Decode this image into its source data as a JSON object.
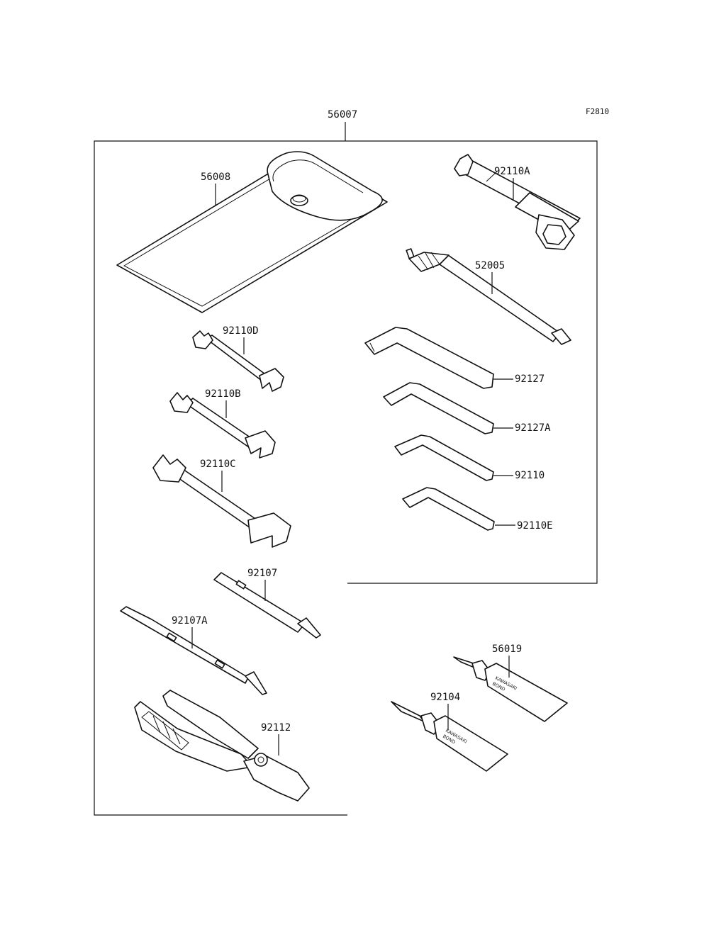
{
  "figure_code": "F2810",
  "kit": {
    "part_number": "56007"
  },
  "parts": {
    "p56008": "56008",
    "p92110A": "92110A",
    "p52005": "52005",
    "p92110D": "92110D",
    "p92110B": "92110B",
    "p92110C": "92110C",
    "p92127": "92127",
    "p92127A": "92127A",
    "p92110": "92110",
    "p92110E": "92110E",
    "p92107": "92107",
    "p92107A": "92107A",
    "p92112": "92112",
    "p56019": "56019",
    "p92104": "92104"
  },
  "tube_brand": {
    "line1": "KAWASAKI",
    "line2": "BOND"
  }
}
